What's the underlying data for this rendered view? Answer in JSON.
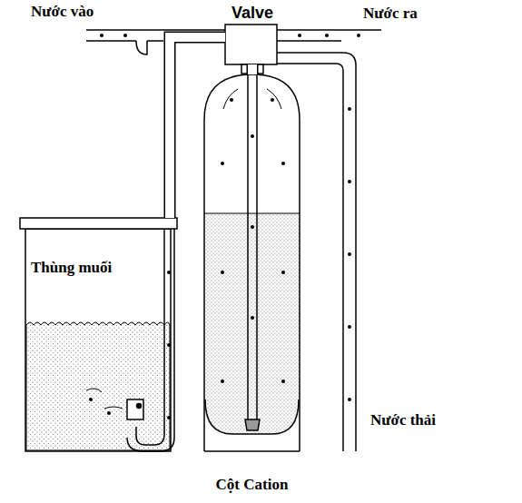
{
  "diagram": {
    "nodes": [
      {
        "text": [
          "Valve"
        ]
      },
      {
        "text": [
          "Thùng muối"
        ]
      },
      {
        "text": [
          "Cột Cation"
        ]
      }
    ],
    "edges": [
      {
        "from": 1,
        "to": 0,
        "arrow": "none"
      },
      {
        "from": 0,
        "to": 2,
        "arrow": "none"
      }
    ],
    "labels": [
      "Nước vào",
      "Nước ra",
      "Nước thải"
    ]
  }
}
